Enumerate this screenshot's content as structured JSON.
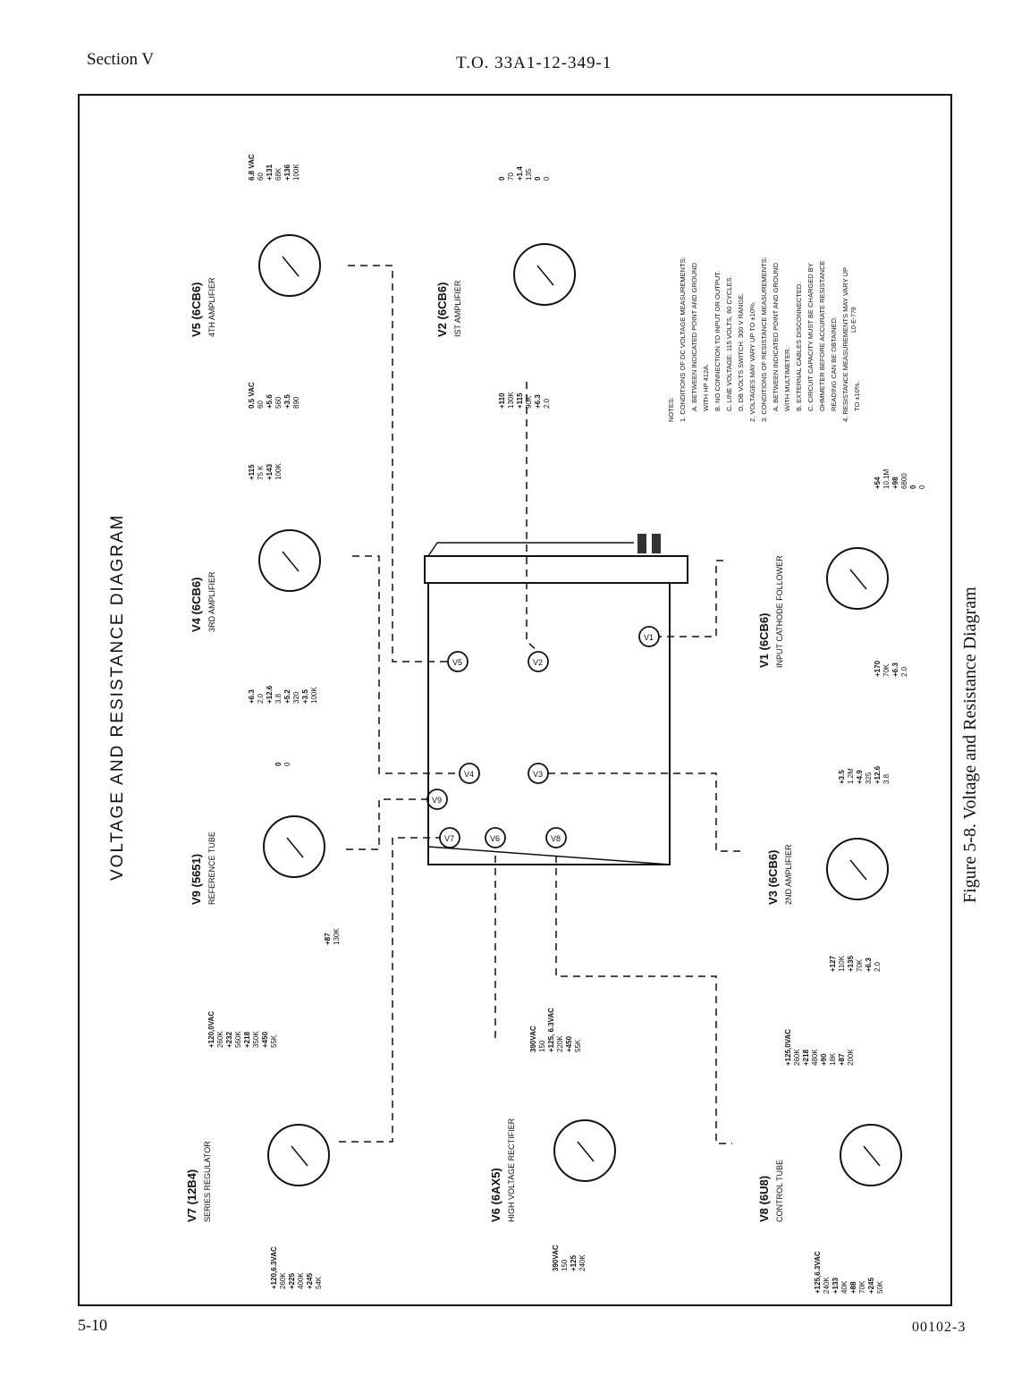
{
  "header": {
    "section": "Section V",
    "to_number": "T.O. 33A1-12-349-1"
  },
  "footer": {
    "page": "5-10",
    "doc_id": "00102-3"
  },
  "figure": {
    "caption": "Figure 5-8.  Voltage and Resistance Diagram",
    "title": "VOLTAGE  AND  RESISTANCE  DIAGRAM"
  },
  "chassis": {
    "tubes": [
      "V1",
      "V2",
      "V3",
      "V4",
      "V5",
      "V6",
      "V7",
      "V8",
      "V9"
    ]
  },
  "tubes": [
    {
      "id": "v5",
      "name": "V5",
      "type": "(6CB6)",
      "function": "4TH  AMPLIFIER",
      "pins_left": [
        "0.5 VAC",
        "60",
        "+5.6",
        "560",
        "+3.5",
        "890"
      ],
      "pins_right": [
        "6.8 VAC",
        "60",
        "+131",
        "68K",
        "+136",
        "100K"
      ]
    },
    {
      "id": "v2",
      "name": "V2",
      "type": "(6CB6)",
      "function": "IST  AMPLIFIER",
      "pins_left": [
        "+110",
        "130K",
        "+115",
        "90K",
        "+6.3",
        "2.0"
      ],
      "pins_right": [
        "0",
        "70",
        "+1.4",
        "135",
        "0",
        "0"
      ]
    },
    {
      "id": "v4",
      "name": "V4",
      "type": "(6CB6)",
      "function": "3RD  AMPLIFIER",
      "pins_left": [
        "+6.3",
        "2.0",
        "+12.6",
        "3.8",
        "+5.2",
        "320",
        "+3.5",
        "100K"
      ],
      "pins_right": [
        "+115",
        "75 K",
        "+143",
        "100K"
      ]
    },
    {
      "id": "v1",
      "name": "V1",
      "type": "(6CB6)",
      "function": "INPUT  CATHODE  FOLLOWER",
      "pins_left": [
        "+170",
        "70K",
        "+6.3",
        "2.0"
      ],
      "pins_right": [
        "+54",
        "10.1M",
        "+98",
        "6800",
        "0",
        "0"
      ]
    },
    {
      "id": "v9",
      "name": "V9",
      "type": "(5651)",
      "function": "REFERENCE  TUBE",
      "pins_left": [
        "+87",
        "130K"
      ],
      "pins_right": [
        "0",
        "0"
      ]
    },
    {
      "id": "v3",
      "name": "V3",
      "type": "(6CB6)",
      "function": "2ND  AMPLIFIER",
      "pins_left": [
        "+127",
        "110K",
        "+135",
        "70K",
        "+6.3",
        "2.0"
      ],
      "pins_right": [
        "+3.5",
        "1.2M",
        "+4.9",
        "325",
        "+12.6",
        "3.8"
      ]
    },
    {
      "id": "v7",
      "name": "V7",
      "type": "(12B4)",
      "function": "SERIES  REGULATOR",
      "pins_left": [
        "+120,6.3VAC",
        "260K",
        "+225",
        "400K",
        "+245",
        "54K"
      ],
      "pins_right": [
        "+120,0VAC",
        "260K",
        "+232",
        "560K",
        "+218",
        "350K",
        "+450",
        "55K"
      ]
    },
    {
      "id": "v6",
      "name": "V6",
      "type": "(6AX5)",
      "function": "HIGH  VOLTAGE  RECTIFIER",
      "pins_left": [
        "390VAC",
        "150",
        "+125",
        "240K"
      ],
      "pins_right": [
        "390VAC",
        "150",
        "+125, 6.3VAC",
        "220K",
        "+450",
        "55K"
      ]
    },
    {
      "id": "v8",
      "name": "V8",
      "type": "(6U8)",
      "function": "CONTROL  TUBE",
      "pins_left": [
        "+125,6.3VAC",
        "240K",
        "+133",
        "40K",
        "+88",
        "70K",
        "+245",
        "50K"
      ],
      "pins_right": [
        "+125,0VAC",
        "260K",
        "+218",
        "480K",
        "+90",
        "18K",
        "+87",
        "200K"
      ]
    }
  ],
  "notes": [
    "NOTES:",
    "1. CONDITIONS OF DC VOLTAGE MEASUREMENTS:",
    "A. BETWEEN INDICATED POINT AND GROUND",
    "WITH HP 412A.",
    "B. NO CONNECTION TO INPUT OR OUTPUT.",
    "C. LINE VOLTAGE: 115 VOLTS, 60 CYCLES.",
    "D. DB VOLTS SWITCH: 300 V RANGE.",
    "2. VOLTAGES MAY VARY UP TO ±10%.",
    "3. CONDITIONS OF RESISTANCE MEASUREMENTS:",
    "A. BETWEEN INDICATED POINT AND GROUND",
    "WITH MULTIMETER.",
    "B. EXTERNAL CABLES DISCONNECTED.",
    "C. CIRCUIT CAPACITY MUST BE CHARGED BY",
    "OHMMETER BEFORE ACCURATE RESISTANCE",
    "READING CAN BE OBTAINED.",
    "4. RESISTANCE MEASUREMENTS MAY VARY UP",
    "TO ±10%."
  ],
  "drawing_code": "L0-E-778"
}
